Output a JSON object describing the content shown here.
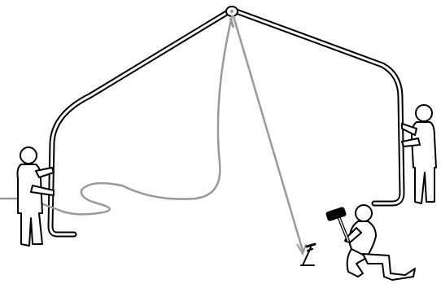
{
  "scene": {
    "people": [
      {
        "id": "left",
        "role": "holding-frame"
      },
      {
        "id": "right",
        "role": "holding-frame"
      },
      {
        "id": "kneeling",
        "role": "hammering-stake",
        "tool": "hammer"
      }
    ],
    "elements": [
      "arched-tube-frame",
      "apex-hub",
      "guy-line-loose",
      "guy-line-taut",
      "ground-stake"
    ]
  },
  "colors": {
    "frame_outline": "#000000",
    "frame_fill": "#ffffff",
    "rope": "#9a9a9a",
    "figure_outline": "#000000",
    "figure_fill": "#ffffff"
  }
}
